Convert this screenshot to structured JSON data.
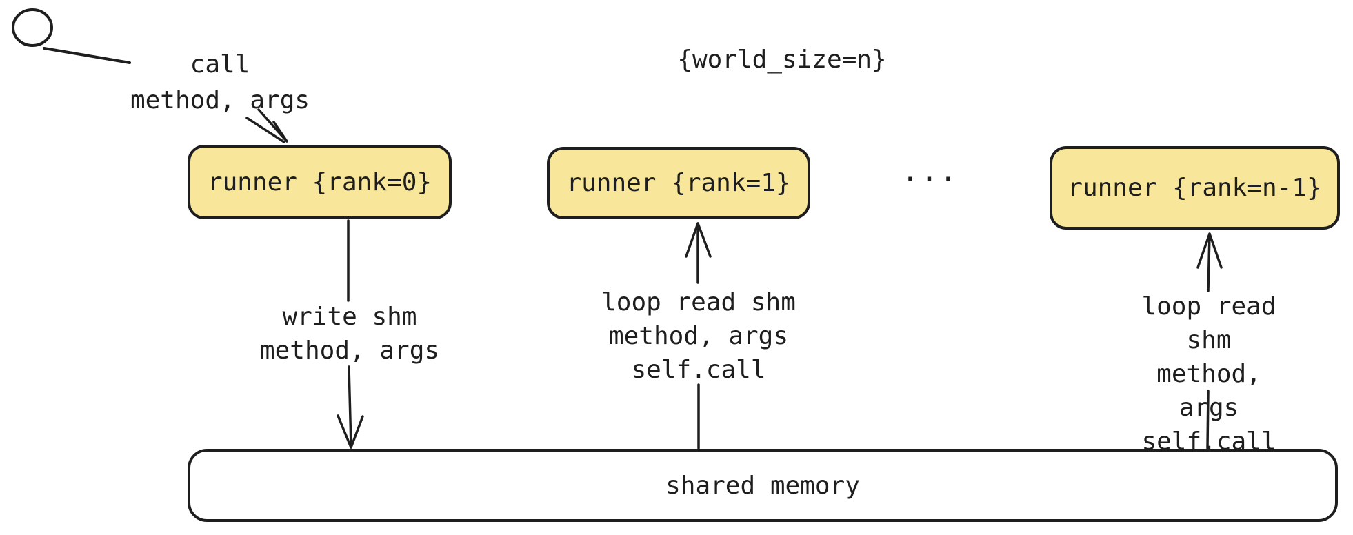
{
  "colors": {
    "stroke": "#1e1e1e",
    "runner_fill": "#f8e69a",
    "background": "#ffffff"
  },
  "annotations": {
    "world_size": "{world_size=n}",
    "ellipsis": "..."
  },
  "nodes": {
    "runners": [
      {
        "label": "runner {rank=0}"
      },
      {
        "label": "runner {rank=1}"
      },
      {
        "label": "runner {rank=n-1}"
      }
    ],
    "shared_memory": {
      "label": "shared memory"
    }
  },
  "edges": {
    "call": {
      "label": "call\nmethod, args"
    },
    "write_shm": {
      "label": "write shm\nmethod, args"
    },
    "read_shm_mid": {
      "label": "loop read shm\nmethod, args\nself.call"
    },
    "read_shm_right": {
      "label": "loop read shm\nmethod, args\nself.call"
    }
  }
}
